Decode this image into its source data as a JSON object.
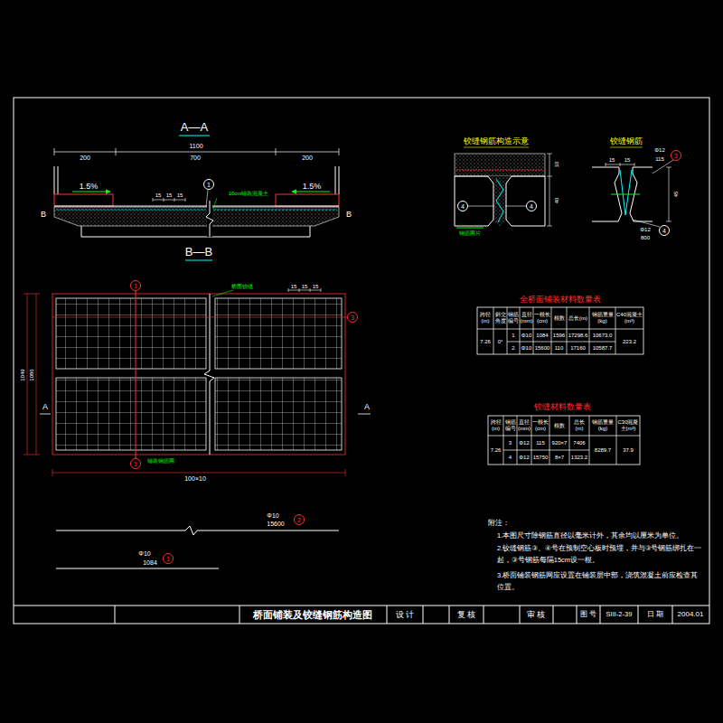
{
  "diagram": {
    "title": "桥面铺装及铰缝钢筋构造图",
    "nodes": [
      {
        "text": [
          "1"
        ]
      },
      {
        "text": [
          "1"
        ]
      },
      {
        "text": [
          "3"
        ]
      },
      {
        "text": [
          "2"
        ]
      },
      {
        "text": [
          "1"
        ]
      },
      {
        "text": [
          "1"
        ]
      },
      {
        "text": [
          "4"
        ]
      },
      {
        "text": [
          "4"
        ]
      },
      {
        "text": [
          "3"
        ]
      },
      {
        "text": [
          "4"
        ]
      }
    ],
    "labels": [
      "A—A",
      "1100",
      "200",
      "700",
      "200",
      "1.5%",
      "1.5%",
      "15",
      "15",
      "15",
      "10cm铺装混凝土",
      "B",
      "B",
      "B—B",
      "A",
      "A",
      "1049",
      "1086",
      "100×10",
      "桥面铰缝",
      "15",
      "15",
      "15",
      "铺装钢筋网",
      "Φ10",
      "15600",
      "Φ10",
      "1084",
      "铰缝钢筋构造示意",
      "铰缝钢筋",
      "10",
      "40",
      "钢筋网片",
      "15",
      "15",
      "Φ12",
      "115",
      "45",
      "Φ12",
      "800",
      "全桥面铺装材料数量表",
      "跨径(m)",
      "斜交角度",
      "钢筋编号",
      "直径(mm)",
      "一根长(cm)",
      "根数",
      "总长(m)",
      "钢筋重量(kg)",
      "C40混凝土(m³)",
      "7.26",
      "0°",
      "1",
      "Φ10",
      "1084",
      "1596",
      "17298.6",
      "10673.0",
      "223.2",
      "2",
      "Φ10",
      "15600",
      "110",
      "17160",
      "10587.7",
      "铰缝材料数量表",
      "跨径(m)",
      "钢筋编号",
      "直径(mm)",
      "一根长(cm)",
      "根数",
      "总长(m)",
      "钢筋重量(kg)",
      "C30混凝土(m³)",
      "7.26",
      "3",
      "Φ12",
      "115",
      "920×7",
      "7406",
      "8289.7",
      "37.9",
      "4",
      "Φ12",
      "15750",
      "8×7",
      "1323.2",
      "附注：",
      "1.本图尺寸除钢筋直径以毫米计外，其余均以厘米为单位。",
      "2.铰缝钢筋③、④号在预制空心板时预埋，并与③号钢筋绑扎在一起，③号钢筋每隔15cm设一根。",
      "3.桥面铺装钢筋网应设置在铺装层中部，浇筑混凝土前应检查其位置。",
      "设 计",
      "复 核",
      "审 核",
      "图 号",
      "SIII-2-39",
      "日 期",
      "2004.01"
    ]
  }
}
